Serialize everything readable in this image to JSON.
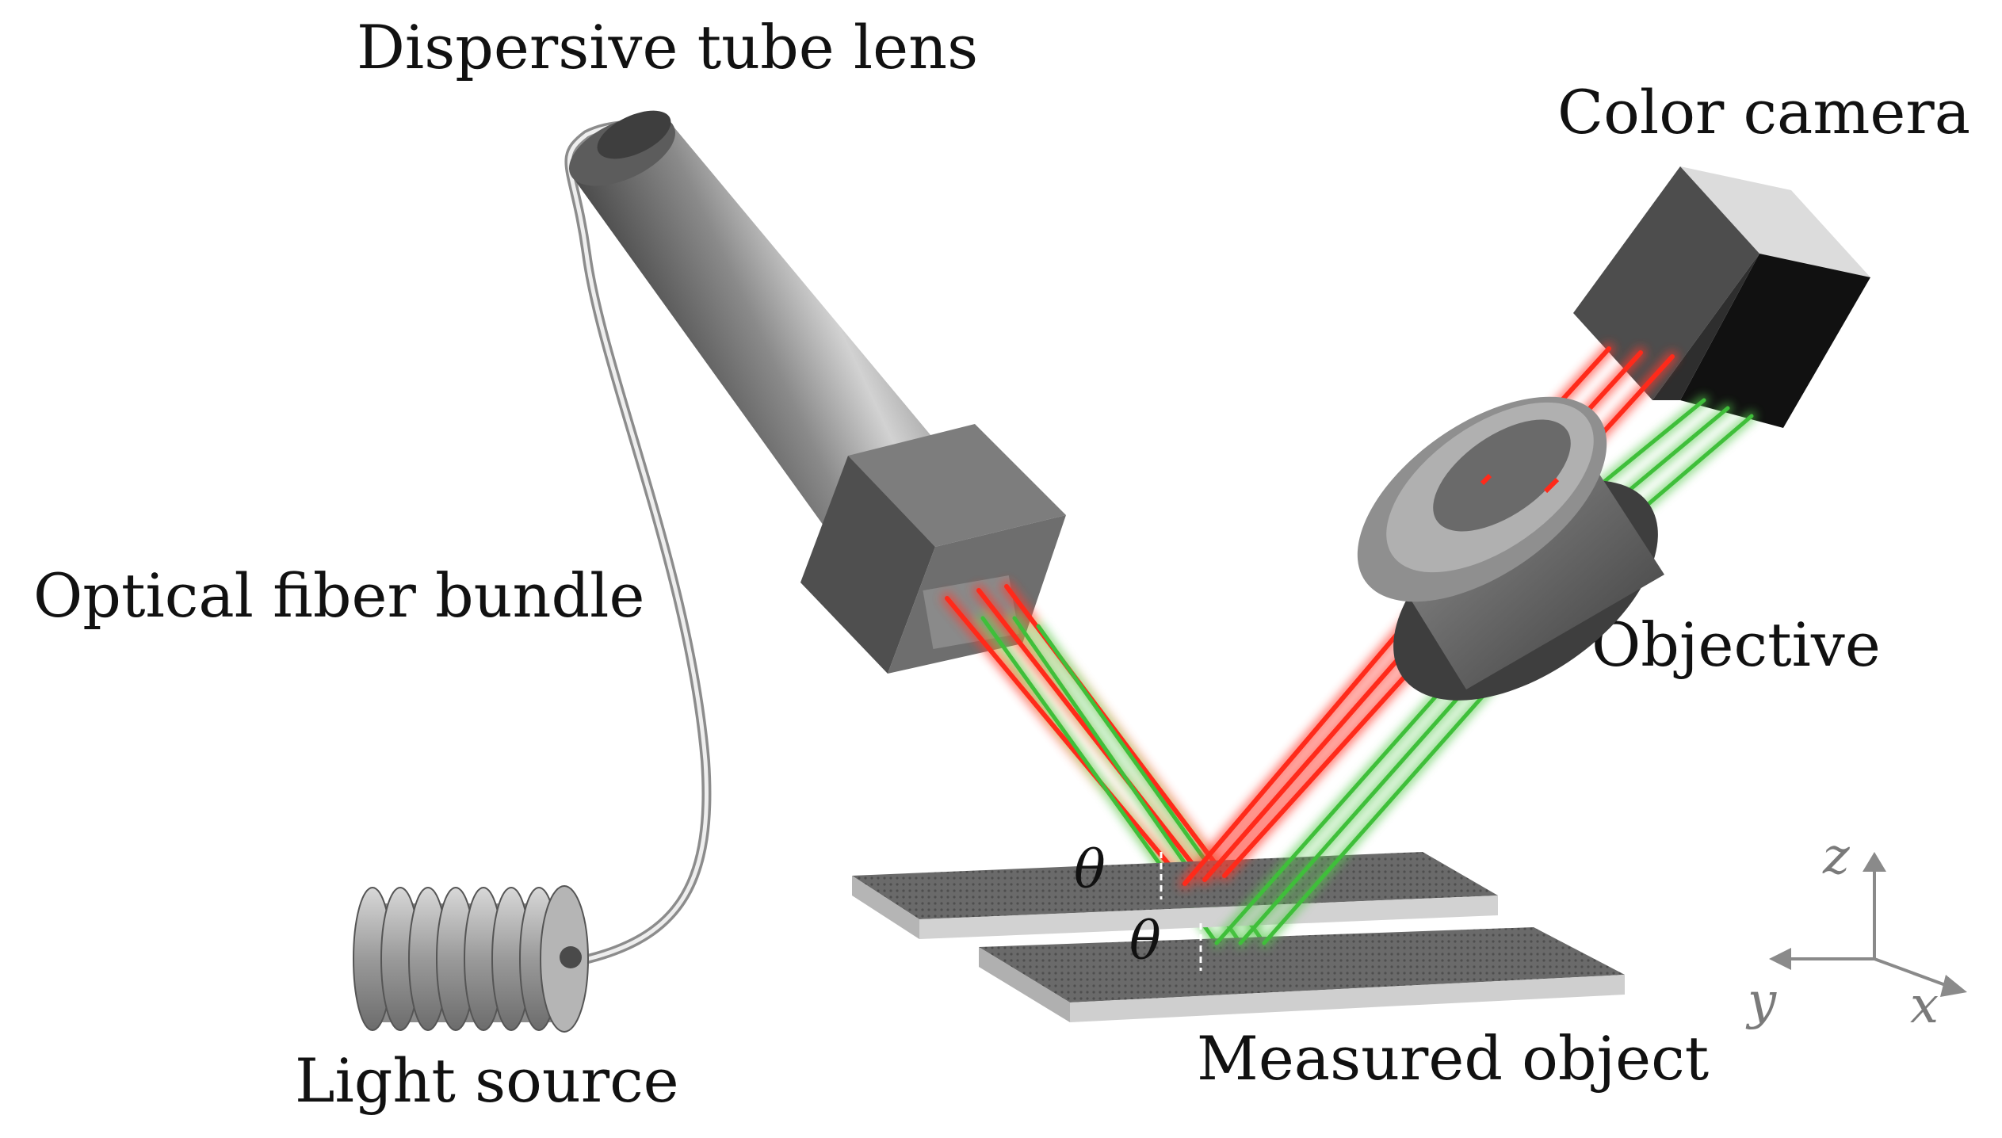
{
  "labels": {
    "tube_lens": "Dispersive tube lens",
    "color_camera": "Color camera",
    "fiber_bundle": "Optical fiber bundle",
    "objective": "Objective",
    "light_source": "Light source",
    "measured_object": "Measured object"
  },
  "angles": {
    "theta_upper": "θ",
    "theta_lower": "θ"
  },
  "axes": {
    "z": "z",
    "y": "y",
    "x": "x"
  },
  "colors": {
    "red_beam": "#ff2a1a",
    "green_beam": "#3fbf3a",
    "housing_dark": "#5a5a5a",
    "housing_light": "#bdbdbd"
  }
}
